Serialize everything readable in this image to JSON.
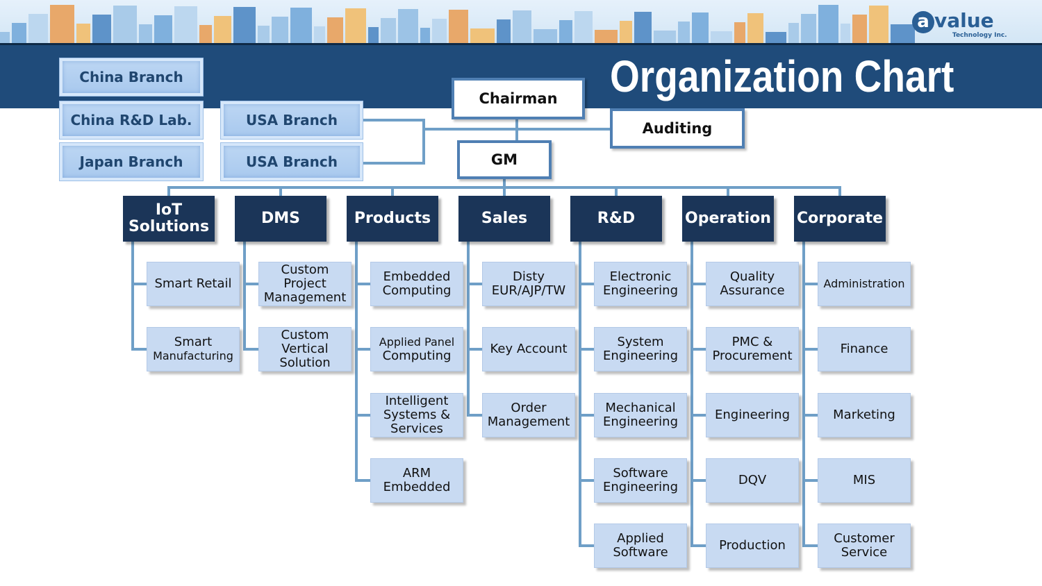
{
  "logo": {
    "mark": "a",
    "name": "value",
    "tagline": "Technology Inc."
  },
  "title": "Organization Chart",
  "top": {
    "chairman": "Chairman",
    "auditing": "Auditing",
    "gm": "GM"
  },
  "branches": [
    "China Branch",
    "China R&D Lab.",
    "Japan Branch",
    "USA Branch",
    "USA Branch"
  ],
  "departments": [
    {
      "lines": [
        "IoT",
        "Solutions"
      ],
      "children": [
        [
          "Smart Retail"
        ],
        [
          "Smart",
          "Manufacturing"
        ]
      ]
    },
    {
      "lines": [
        "DMS"
      ],
      "children": [
        [
          "Custom",
          "Project",
          "Management"
        ],
        [
          "Custom",
          "Vertical",
          "Solution"
        ]
      ]
    },
    {
      "lines": [
        "Products"
      ],
      "children": [
        [
          "Embedded",
          "Computing"
        ],
        [
          "Applied Panel",
          "Computing"
        ],
        [
          "Intelligent",
          "Systems &",
          "Services"
        ],
        [
          "ARM",
          "Embedded"
        ]
      ]
    },
    {
      "lines": [
        "Sales"
      ],
      "children": [
        [
          "Disty",
          "EUR/AJP/TW"
        ],
        [
          "Key Account"
        ],
        [
          "Order",
          "Management"
        ]
      ]
    },
    {
      "lines": [
        "R&D"
      ],
      "children": [
        [
          "Electronic",
          "Engineering"
        ],
        [
          "System",
          "Engineering"
        ],
        [
          "Mechanical",
          "Engineering"
        ],
        [
          "Software",
          "Engineering"
        ],
        [
          "Applied",
          "Software"
        ]
      ]
    },
    {
      "lines": [
        "Operation"
      ],
      "children": [
        [
          "Quality",
          "Assurance"
        ],
        [
          "PMC &",
          "Procurement"
        ],
        [
          "Engineering"
        ],
        [
          "DQV"
        ],
        [
          "Production"
        ]
      ]
    },
    {
      "lines": [
        "Corporate"
      ],
      "children": [
        [
          "Administration"
        ],
        [
          "Finance"
        ],
        [
          "Marketing"
        ],
        [
          "MIS"
        ],
        [
          "Customer",
          "Service"
        ]
      ]
    }
  ],
  "colors": {
    "band": "#1f4b7a",
    "department": "#1b3558",
    "sub_unit": "#c8daf2",
    "connector": "#6f9fc7",
    "branch": "#b3d0f0"
  }
}
